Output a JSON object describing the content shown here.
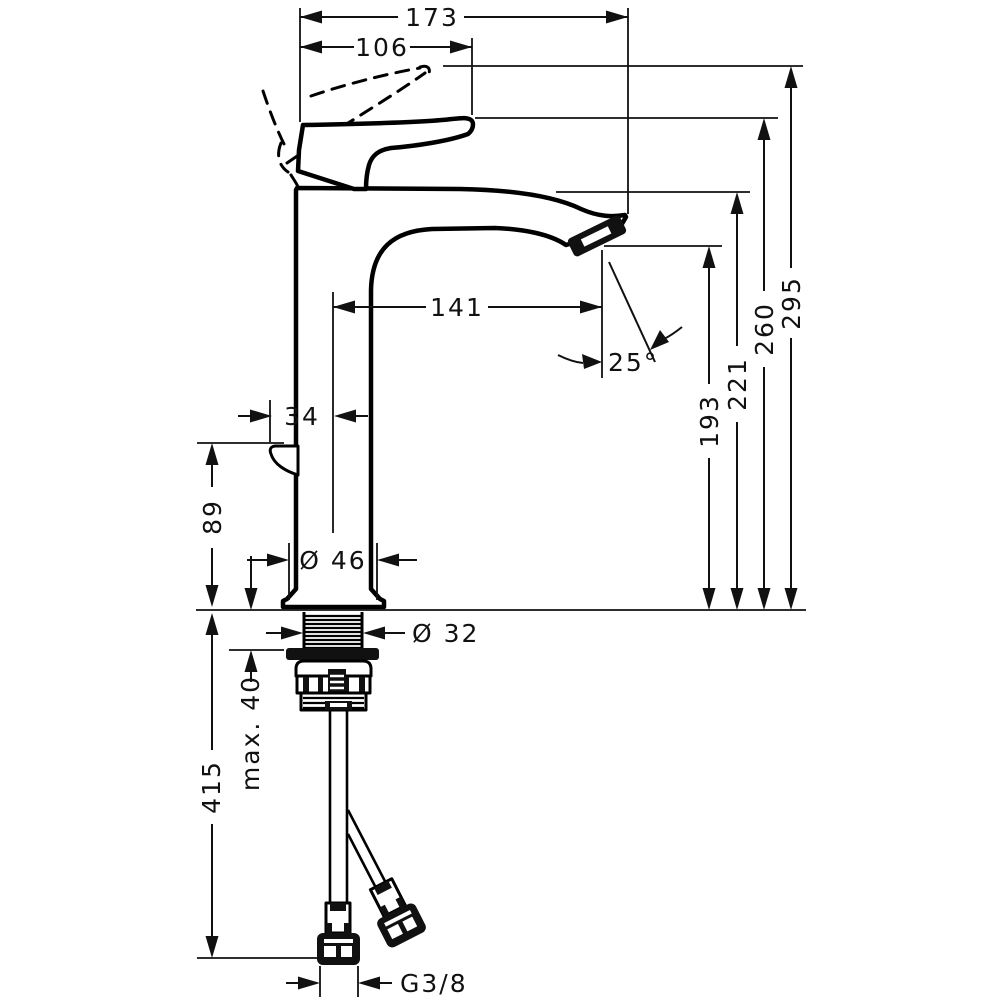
{
  "drawing": {
    "type": "faucet installation technical drawing",
    "units": "mm",
    "horizontal_dims": {
      "total_depth": "173",
      "handle_reach": "106",
      "spout_reach": "141",
      "lever_offset": "34",
      "base_diameter": "Ø 46",
      "shank_diameter": "Ø 32",
      "thread_size": "G3/8"
    },
    "vertical_dims": {
      "lever_height": "89",
      "max_mounting_thickness": "max. 40",
      "hose_length": "415",
      "outlet_height": "193",
      "spout_height": "221",
      "handle_height": "260",
      "handle_raised_height": "295"
    },
    "angles": {
      "outlet_angle": "25°"
    },
    "colors": {
      "line": "#111111",
      "background": "#ffffff"
    }
  }
}
